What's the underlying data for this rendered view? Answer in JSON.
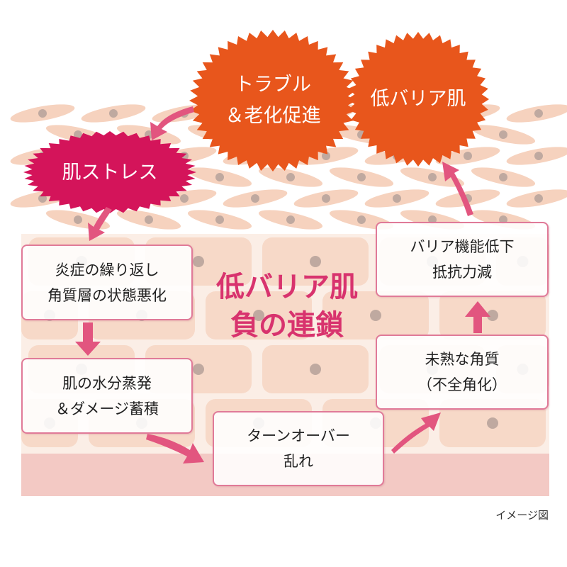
{
  "bursts": {
    "trouble": {
      "line1": "トラブル",
      "line2": "＆老化促進",
      "color": "#e8561c"
    },
    "low_barrier": {
      "label": "低バリア肌",
      "color": "#e8561c"
    },
    "skin_stress": {
      "label": "肌ストレス",
      "color": "#d4145a"
    }
  },
  "title": {
    "line1": "低バリア肌",
    "line2": "負の連鎖"
  },
  "steps": [
    {
      "line1": "炎症の繰り返し",
      "line2": "角質層の状態悪化"
    },
    {
      "line1": "肌の水分蒸発",
      "line2": "＆ダメージ蓄積"
    },
    {
      "line1": "ターンオーバー",
      "line2": "乱れ"
    },
    {
      "line1": "未熟な角質",
      "line2": "（不全角化）"
    },
    {
      "line1": "バリア機能低下",
      "line2": "抵抗力減"
    }
  ],
  "caption": "イメージ図",
  "colors": {
    "arrow": "#e2557f",
    "cell": "#f6d2be",
    "nucleus": "#bfa9a0",
    "basal": "#f3c9c4"
  }
}
